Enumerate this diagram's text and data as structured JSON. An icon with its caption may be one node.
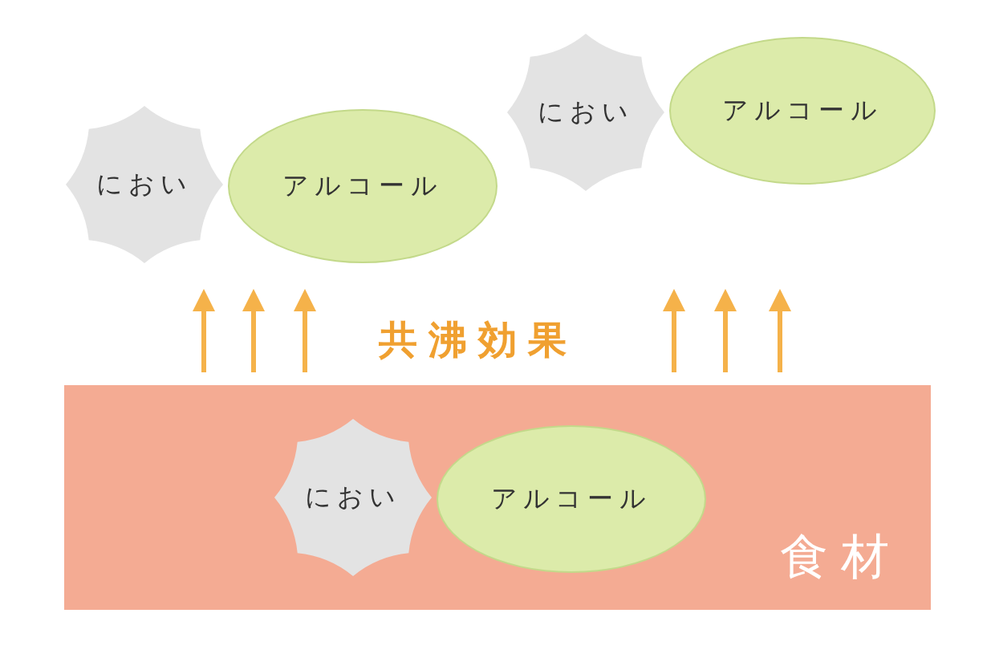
{
  "diagram": {
    "nodes": [
      {
        "text": [
          "におい"
        ]
      },
      {
        "text": [
          "アルコール"
        ]
      },
      {
        "text": [
          "におい"
        ]
      },
      {
        "text": [
          "アルコール"
        ]
      },
      {
        "text": [
          "食材"
        ]
      },
      {
        "text": [
          "におい"
        ],
        "in": 4
      },
      {
        "text": [
          "アルコール"
        ],
        "in": 4
      }
    ],
    "edges": [],
    "labels": [
      "共沸効果"
    ]
  }
}
